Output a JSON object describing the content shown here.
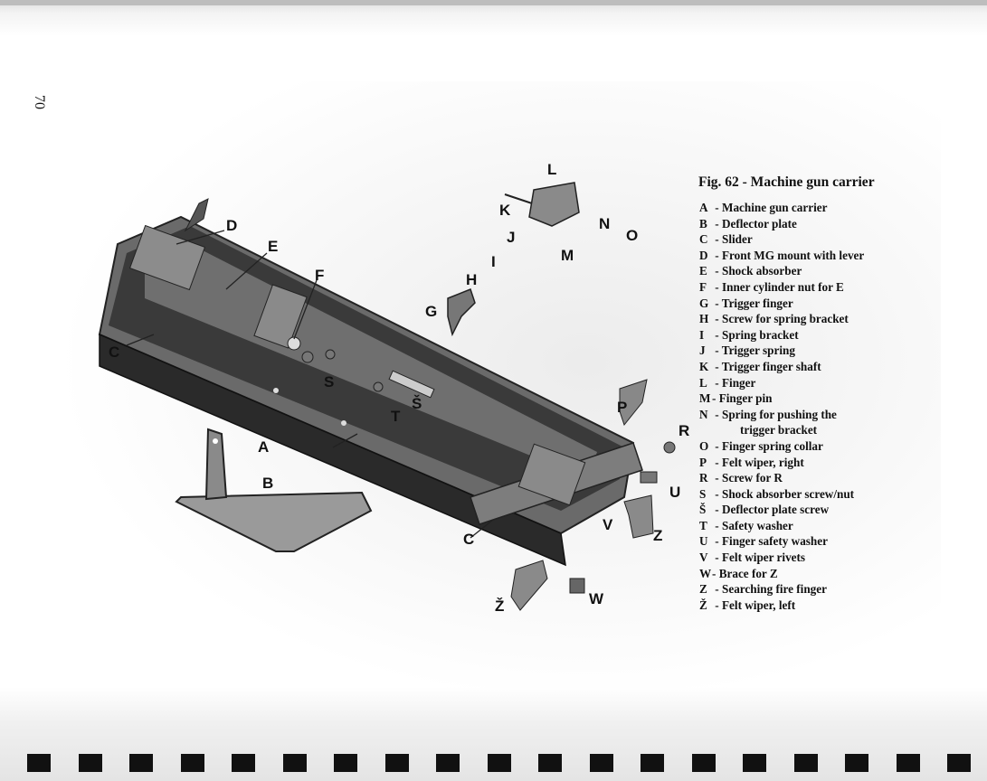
{
  "page": {
    "number": "70"
  },
  "figure": {
    "caption": "Fig. 62 - Machine gun carrier",
    "part_labels": [
      "A",
      "B",
      "C",
      "C",
      "D",
      "E",
      "F",
      "G",
      "H",
      "I",
      "J",
      "K",
      "L",
      "M",
      "N",
      "O",
      "P",
      "R",
      "S",
      "Š",
      "T",
      "U",
      "V",
      "Z",
      "Ž",
      "W"
    ]
  },
  "legend": [
    {
      "key": "A",
      "sep": " - ",
      "text": "Machine gun carrier"
    },
    {
      "key": "B",
      "sep": " - ",
      "text": "Deflector plate"
    },
    {
      "key": "C",
      "sep": " - ",
      "text": "Slider"
    },
    {
      "key": "D",
      "sep": " - ",
      "text": "Front MG mount with lever"
    },
    {
      "key": "E",
      "sep": " - ",
      "text": "Shock absorber"
    },
    {
      "key": "F",
      "sep": " - ",
      "text": "Inner cylinder nut for E"
    },
    {
      "key": "G",
      "sep": " - ",
      "text": "Trigger finger"
    },
    {
      "key": "H",
      "sep": " - ",
      "text": "Screw for spring bracket"
    },
    {
      "key": "I",
      "sep": " - ",
      "text": "Spring bracket"
    },
    {
      "key": "J",
      "sep": " - ",
      "text": "Trigger spring"
    },
    {
      "key": "K",
      "sep": " - ",
      "text": "Trigger finger shaft"
    },
    {
      "key": "L",
      "sep": " - ",
      "text": "Finger"
    },
    {
      "key": "M",
      "sep": "- ",
      "text": "Finger pin"
    },
    {
      "key": "N",
      "sep": " - ",
      "text": "Spring for pushing the",
      "text2": "trigger bracket"
    },
    {
      "key": "O",
      "sep": " - ",
      "text": "Finger spring collar"
    },
    {
      "key": "P",
      "sep": " - ",
      "text": "Felt wiper, right"
    },
    {
      "key": "R",
      "sep": " - ",
      "text": "Screw for R"
    },
    {
      "key": "S",
      "sep": " - ",
      "text": "Shock absorber screw/nut"
    },
    {
      "key": "Š",
      "sep": " - ",
      "text": "Deflector plate screw"
    },
    {
      "key": "T",
      "sep": " - ",
      "text": "Safety washer"
    },
    {
      "key": "U",
      "sep": " - ",
      "text": "Finger safety washer"
    },
    {
      "key": "V",
      "sep": " - ",
      "text": "Felt wiper rivets"
    },
    {
      "key": "W",
      "sep": "- ",
      "text": "Brace for Z"
    },
    {
      "key": "Z",
      "sep": " - ",
      "text": "Searching fire finger"
    },
    {
      "key": "Ž",
      "sep": " - ",
      "text": "Felt wiper, left"
    }
  ]
}
